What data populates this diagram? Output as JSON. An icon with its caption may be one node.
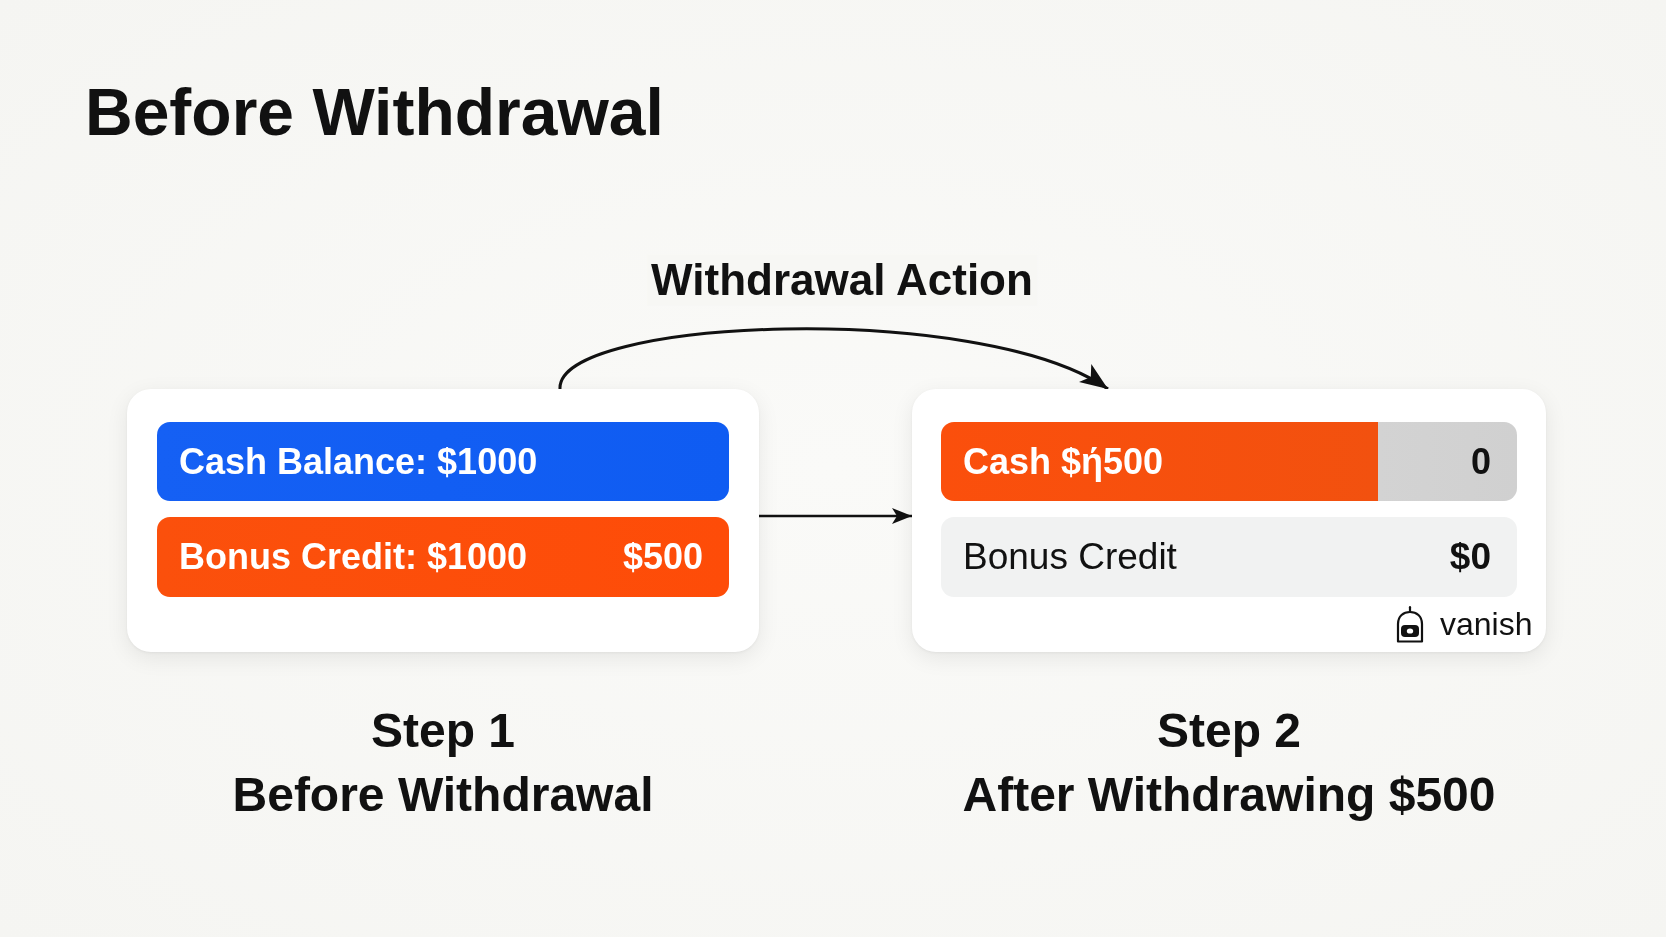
{
  "diagram": {
    "title": "Before Withdrawal",
    "nodes": [
      {
        "text": [],
        "shape": "box",
        "beside": [
          "Step 1",
          "Before Withdrawal"
        ]
      },
      {
        "text": [
          "Cash Balance: $1000"
        ],
        "in": 0
      },
      {
        "text": [
          "Bonus Credit: $1000",
          "$500"
        ],
        "in": 0
      },
      {
        "text": [],
        "shape": "box",
        "beside": [
          "Step 2",
          "After Withdrawing $500"
        ]
      },
      {
        "text": [
          "Cash $ή500",
          "0"
        ],
        "in": 3
      },
      {
        "text": [
          "Bonus Credit",
          "$0"
        ],
        "in": 3,
        "beside": [
          "vanish"
        ]
      }
    ],
    "edges": [
      {
        "from": 0,
        "to": 3,
        "arrow": "to",
        "label": "Withdrawal Action"
      },
      {
        "from": 0,
        "to": 3,
        "arrow": "to"
      }
    ]
  }
}
